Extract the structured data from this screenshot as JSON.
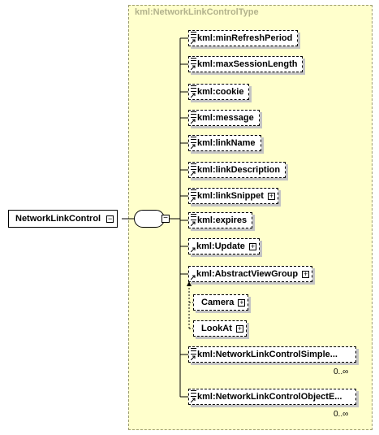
{
  "type_name": "kml:NetworkLinkControlType",
  "root": {
    "label": "NetworkLinkControl",
    "toggle": "−"
  },
  "sequence": {
    "toggle": "−"
  },
  "expand_symbol": "+",
  "children": [
    {
      "label": "kml:minRefreshPeriod",
      "expandable": false
    },
    {
      "label": "kml:maxSessionLength",
      "expandable": false
    },
    {
      "label": "kml:cookie",
      "expandable": false
    },
    {
      "label": "kml:message",
      "expandable": false
    },
    {
      "label": "kml:linkName",
      "expandable": false
    },
    {
      "label": "kml:linkDescription",
      "expandable": false
    },
    {
      "label": "kml:linkSnippet",
      "expandable": true
    },
    {
      "label": "kml:expires",
      "expandable": false
    },
    {
      "label": "kml:Update",
      "expandable": true
    },
    {
      "label": "kml:AbstractViewGroup",
      "expandable": true
    },
    {
      "label": "kml:NetworkLinkControlSimple...",
      "expandable": false,
      "cardinality": "0..∞"
    },
    {
      "label": "kml:NetworkLinkControlObjectE...",
      "expandable": false,
      "cardinality": "0..∞"
    }
  ],
  "substitutions": [
    {
      "label": "Camera",
      "expandable": true
    },
    {
      "label": "LookAt",
      "expandable": true
    }
  ],
  "colors": {
    "type_background": "#ffffcc",
    "type_border": "#9c9c6e",
    "type_title": "#b2b28c",
    "shadow": "#c4c4c4"
  }
}
